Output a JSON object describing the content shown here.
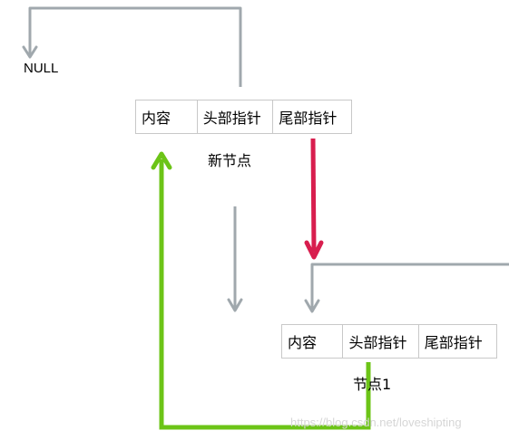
{
  "null_label": "NULL",
  "new_node": {
    "caption": "新节点",
    "cells": [
      "内容",
      "头部指针",
      "尾部指针"
    ]
  },
  "node1": {
    "caption": "节点1",
    "cells": [
      "内容",
      "头部指针",
      "尾部指针"
    ]
  },
  "watermark": "https://blog.csdn.net/loveshipting",
  "colors": {
    "gray_arrow": "#a0a8ad",
    "red_arrow": "#d81e4e",
    "green_arrow": "#6cc417",
    "cell_border": "#c8c8c8"
  }
}
